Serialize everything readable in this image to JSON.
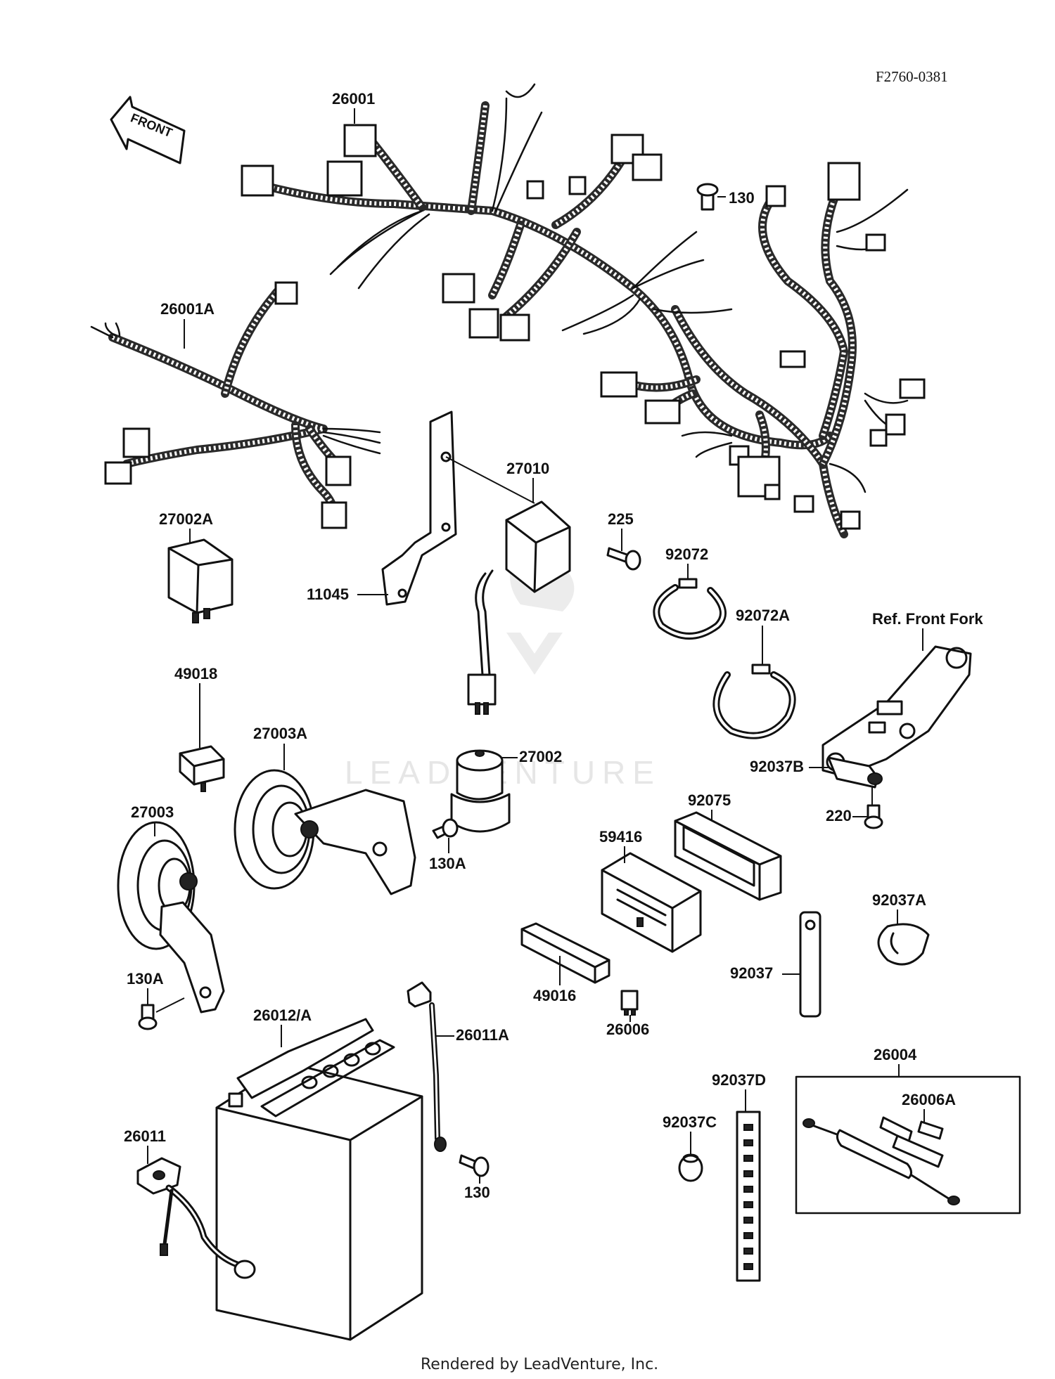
{
  "diagram": {
    "drawing_code": "F2760-0381",
    "front_label": "FRONT",
    "credit": "Rendered by LeadVenture, Inc.",
    "watermark": "LEADVENTURE",
    "ref_note": "Ref. Front Fork",
    "parts": {
      "p26001": "26001",
      "p26001A": "26001A",
      "p130_top": "130",
      "p27010": "27010",
      "p27002A": "27002A",
      "p225": "225",
      "p92072": "92072",
      "p11045": "11045",
      "p92072A": "92072A",
      "p49018": "49018",
      "p27003A": "27003A",
      "p27002": "27002",
      "p92037B": "92037B",
      "p27003": "27003",
      "p92075": "92075",
      "p220": "220",
      "p130A_mid": "130A",
      "p59416": "59416",
      "p92037A": "92037A",
      "p130A_low": "130A",
      "p92037": "92037",
      "p49016": "49016",
      "p26006": "26006",
      "p26012A": "26012/A",
      "p26011A": "26011A",
      "p26004": "26004",
      "p92037D": "92037D",
      "p26006A": "26006A",
      "p92037C": "92037C",
      "p26011": "26011",
      "p130_low": "130"
    }
  }
}
